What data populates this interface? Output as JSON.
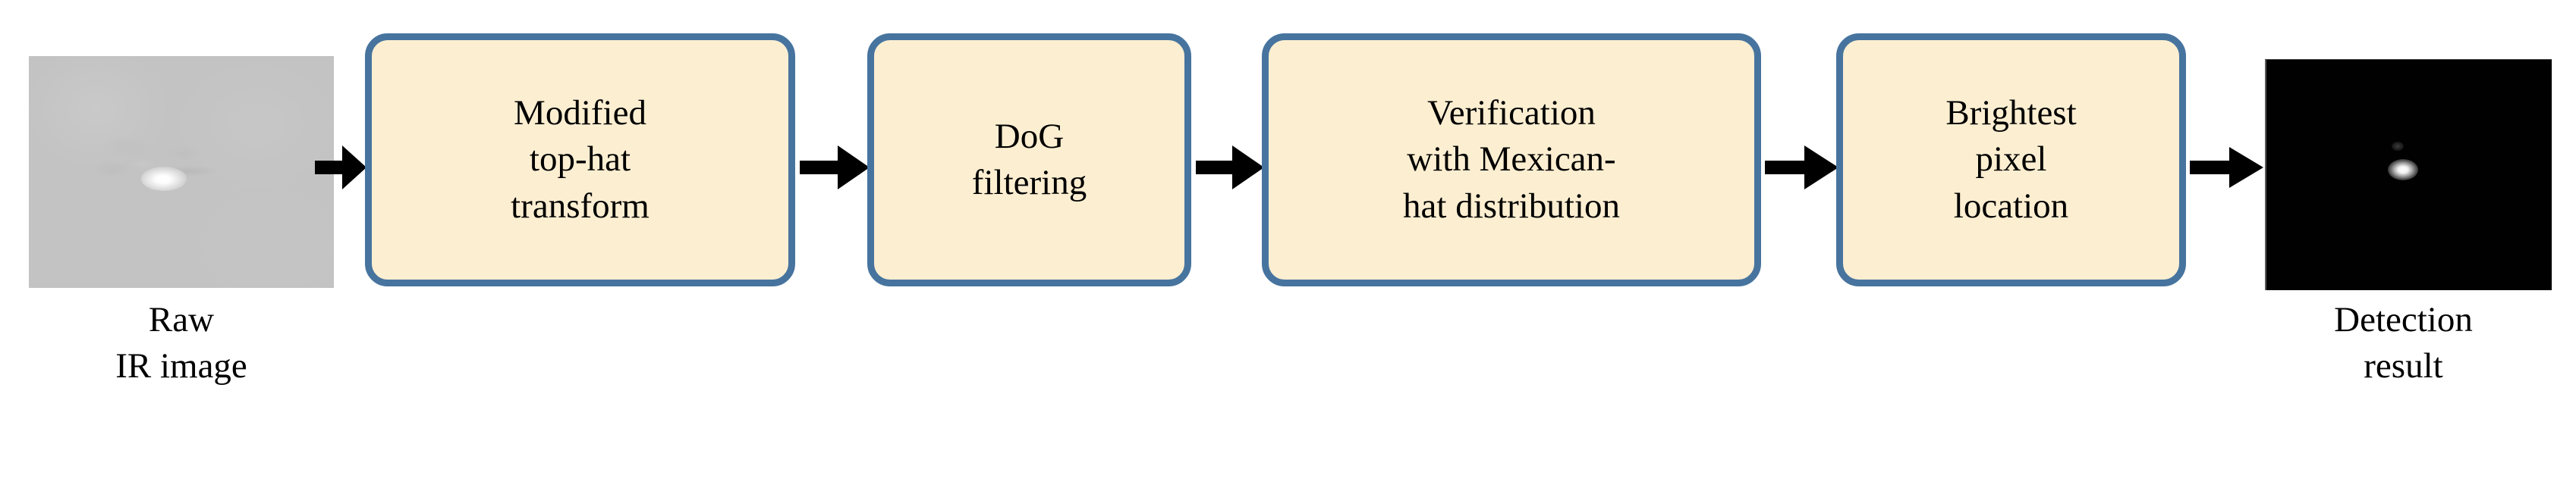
{
  "figure": {
    "type": "process-flow-diagram",
    "orientation": "left-to-right",
    "colors": {
      "box_fill": "#fcefd1",
      "box_border": "#47749f",
      "arrow": "#000000",
      "text": "#000000",
      "background": "#ffffff",
      "raw_image_background": "#c3c3c3",
      "result_image_background": "#010101"
    }
  },
  "input": {
    "name": "raw-ir-image",
    "caption": "Raw\nIR image",
    "description": "gray infrared frame with a small bright target blob near the center"
  },
  "output": {
    "name": "detection-result-image",
    "caption": "Detection\nresult",
    "description": "black binary result image with a single bright detected point near the center"
  },
  "pipeline": {
    "steps": [
      {
        "id": "modified-top-hat-transform",
        "label": "Modified\ntop-hat\ntransform"
      },
      {
        "id": "dog-filtering",
        "label": "DoG\nfiltering"
      },
      {
        "id": "verification-mexican-hat",
        "label": "Verification\nwith Mexican-\nhat distribution"
      },
      {
        "id": "brightest-pixel-location",
        "label": "Brightest\npixel\nlocation"
      }
    ]
  },
  "connectors": [
    {
      "id": "arrow-raw-to-tophat",
      "icon": "arrow-right-icon"
    },
    {
      "id": "arrow-tophat-to-dog",
      "icon": "arrow-right-icon"
    },
    {
      "id": "arrow-dog-to-verification",
      "icon": "arrow-right-icon"
    },
    {
      "id": "arrow-verification-to-brightest",
      "icon": "arrow-right-icon"
    },
    {
      "id": "arrow-brightest-to-result",
      "icon": "arrow-right-icon"
    }
  ]
}
